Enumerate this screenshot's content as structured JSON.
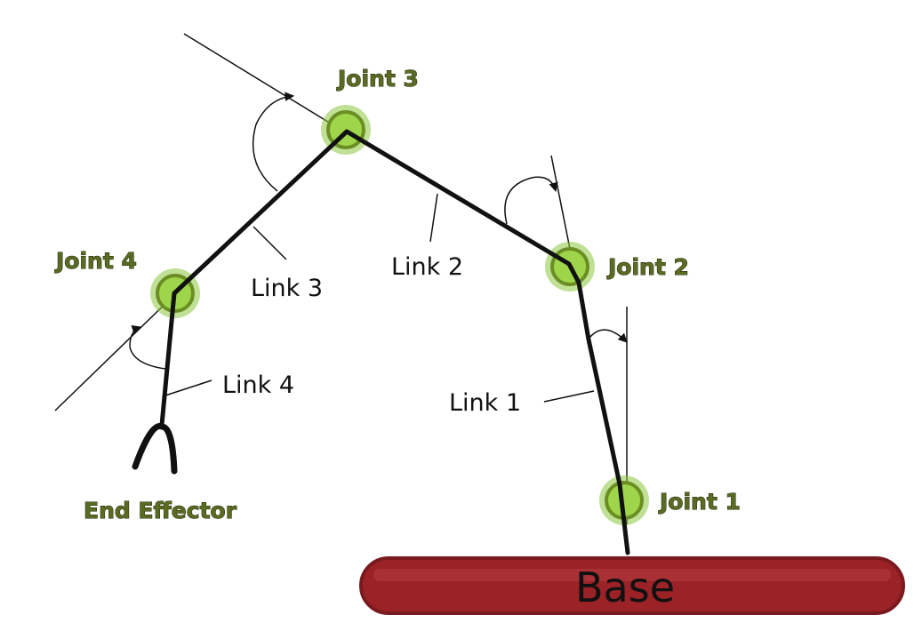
{
  "joints": {
    "j1": "Joint 1",
    "j2": "Joint 2",
    "j3": "Joint 3",
    "j4": "Joint 4"
  },
  "links": {
    "l1": "Link 1",
    "l2": "Link 2",
    "l3": "Link 3",
    "l4": "Link 4"
  },
  "end_effector": "End Effector",
  "base": "Base",
  "colors": {
    "joint_fill": "#8dc63f",
    "joint_ring": "#6b8e23",
    "base_fill": "#9b2226",
    "base_stroke": "#7a1a1e",
    "link_stroke": "#111111"
  }
}
